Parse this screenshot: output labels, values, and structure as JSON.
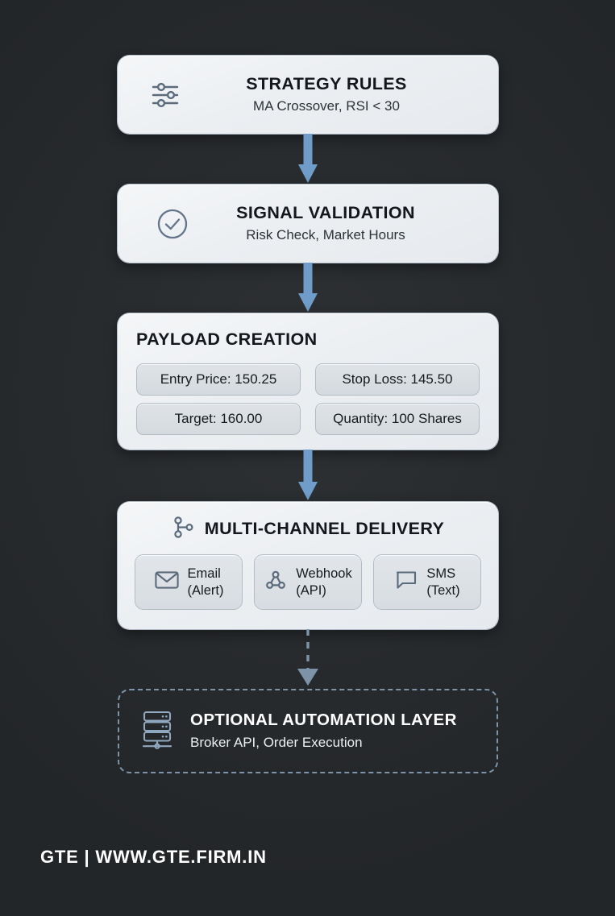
{
  "page": {
    "background_color": "#292c2f",
    "card_color": "#eef1f4",
    "arrow_color": "#6f9cc8",
    "optional_border_color": "#7d93a8"
  },
  "steps": [
    {
      "id": "strategy-rules",
      "icon": "sliders-icon",
      "title": "STRATEGY RULES",
      "subtitle": "MA Crossover, RSI < 30"
    },
    {
      "id": "signal-validation",
      "icon": "check-circle-icon",
      "title": "SIGNAL VALIDATION",
      "subtitle": "Risk Check, Market Hours"
    },
    {
      "id": "payload-creation",
      "icon": "none",
      "title": "PAYLOAD CREATION",
      "chips": [
        "Entry Price: 150.25",
        "Stop Loss: 145.50",
        "Target: 160.00",
        "Quantity: 100 Shares"
      ]
    },
    {
      "id": "multi-channel-delivery",
      "icon": "git-branch-icon",
      "title": "MULTI-CHANNEL DELIVERY",
      "channels": [
        {
          "icon": "envelope-icon",
          "line1": "Email",
          "line2": "(Alert)"
        },
        {
          "icon": "webhook-icon",
          "line1": "Webhook",
          "line2": "(API)"
        },
        {
          "icon": "message-bubble-icon",
          "line1": "SMS",
          "line2": "(Text)"
        }
      ]
    },
    {
      "id": "optional-automation-layer",
      "icon": "server-stack-icon",
      "title": "OPTIONAL AUTOMATION LAYER",
      "subtitle": "Broker API, Order Execution",
      "style": "dashed"
    }
  ],
  "connectors": [
    {
      "id": "conn-1",
      "style": "solid",
      "direction": "down"
    },
    {
      "id": "conn-2",
      "style": "solid",
      "direction": "down"
    },
    {
      "id": "conn-3",
      "style": "solid",
      "direction": "down"
    },
    {
      "id": "conn-4",
      "style": "dashed",
      "direction": "down"
    }
  ],
  "footer": {
    "brand": "GTE | WWW.GTE.FIRM.IN"
  }
}
